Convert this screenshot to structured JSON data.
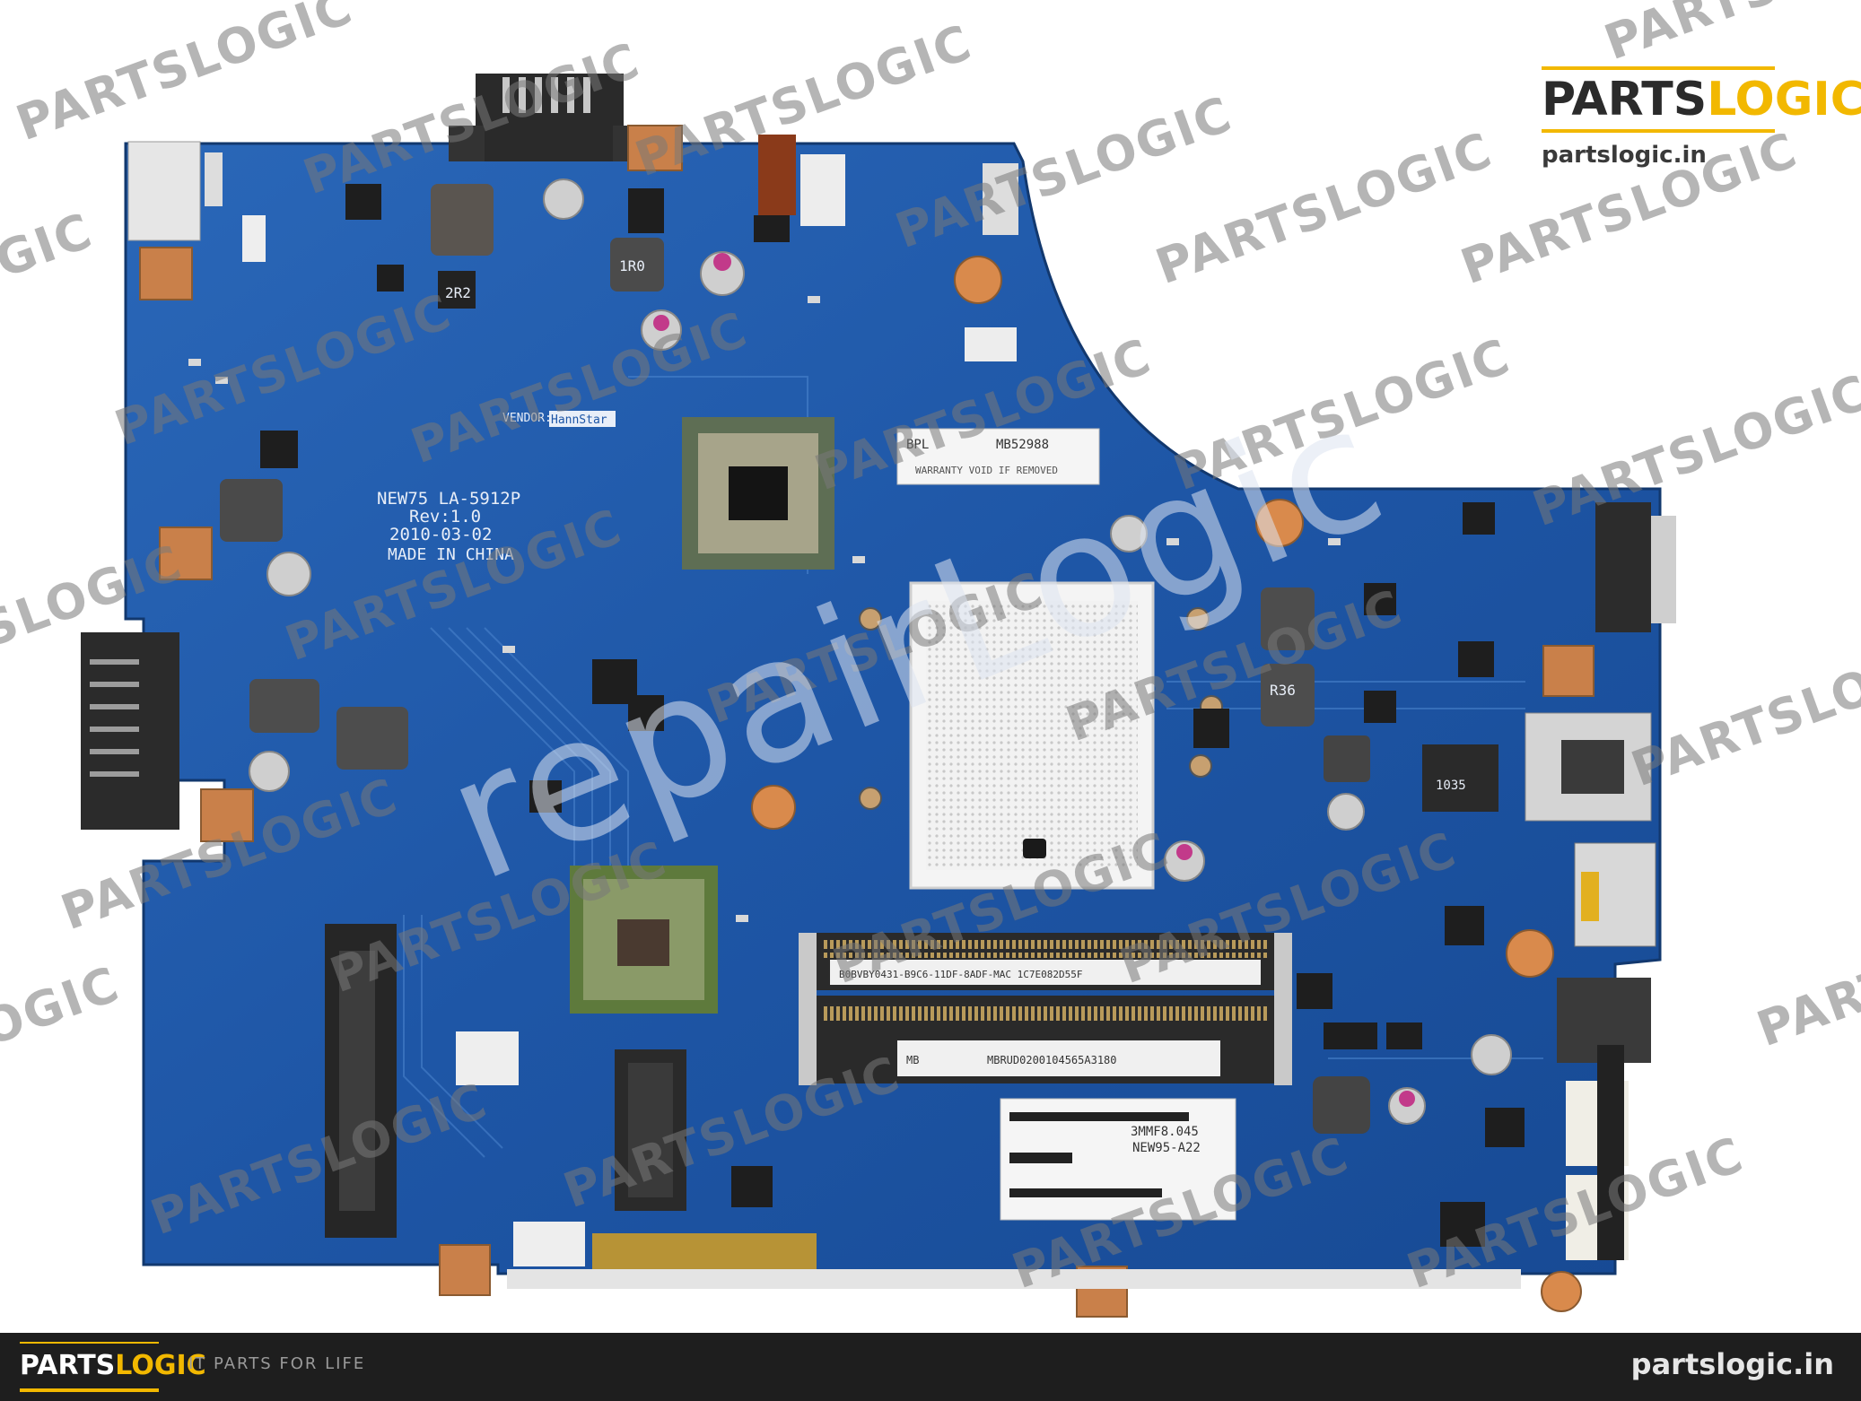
{
  "board": {
    "model": "NEW75 LA-5912P",
    "rev": "Rev:1.0",
    "date": "2010-03-02",
    "origin": "MADE IN CHINA",
    "vendor_label": "VENDOR:",
    "vendor_name": "HannStar",
    "sticker_warranty": "WARRANTY VOID IF REMOVED",
    "sticker_code": "MB52988",
    "sticker_tag": "BPL",
    "label_mb_prefix": "MB",
    "label_mb_serial": "MBRUD0200104565A3180",
    "label_mac": "B0BVBY0431-B9C6-11DF-8ADF-MAC 1C7E082D55F",
    "label_lot": "3MMF8.045",
    "label_model": "NEW95-A22",
    "inductor_1": "2R2",
    "inductor_2": "1R0",
    "inductor_3": "R36",
    "cap_code": "1035"
  },
  "brand": {
    "logo_part1": "PARTS",
    "logo_part2": "LOGIC",
    "url": "partslogic.in",
    "tagline": "IT PARTS FOR LIFE",
    "watermark": "PARTSLOGIC",
    "overlay_text": "repairLogic",
    "accent": "#f2b800",
    "board_color": "#1e56a6"
  }
}
